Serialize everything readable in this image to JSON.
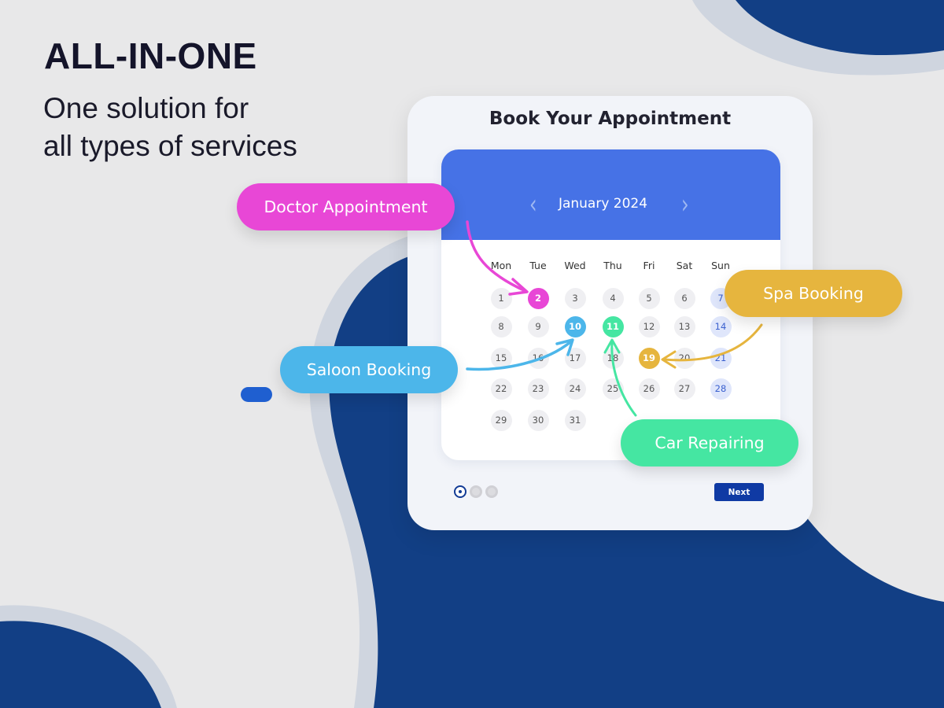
{
  "hero": {
    "title": "ALL-IN-ONE",
    "subtitle_line1": "One solution for",
    "subtitle_line2": "all types of services"
  },
  "card": {
    "title": "Book Your Appointment",
    "next_label": "Next",
    "pager": {
      "total": 3,
      "active": 1
    }
  },
  "calendar": {
    "month_label": "January  2024",
    "prev_icon": "chevron-left-icon",
    "next_icon": "chevron-right-icon",
    "header_color": "#4672e6",
    "weekdays": [
      "Mon",
      "Tue",
      "Wed",
      "Thu",
      "Fri",
      "Sat",
      "Sun"
    ],
    "weeks": [
      [
        "1",
        "2",
        "3",
        "4",
        "5",
        "6",
        "7"
      ],
      [
        "8",
        "9",
        "10",
        "11",
        "12",
        "13",
        "14"
      ],
      [
        "15",
        "16",
        "17",
        "18",
        "19",
        "20",
        "21"
      ],
      [
        "22",
        "23",
        "24",
        "25",
        "26",
        "27",
        "28"
      ],
      [
        "29",
        "30",
        "31"
      ]
    ]
  },
  "services": [
    {
      "label": "Doctor Appointment",
      "date": "2",
      "color": "#e847d6"
    },
    {
      "label": "Spa Booking",
      "date": "19",
      "color": "#e6b53e"
    },
    {
      "label": "Saloon Booking",
      "date": "10",
      "color": "#4cb6ea"
    },
    {
      "label": "Car Repairing",
      "date": "11",
      "color": "#45e6a2"
    }
  ],
  "colors": {
    "navy": "#123f85",
    "button": "#0f3aa4",
    "sunday_text": "#3b61cf"
  }
}
